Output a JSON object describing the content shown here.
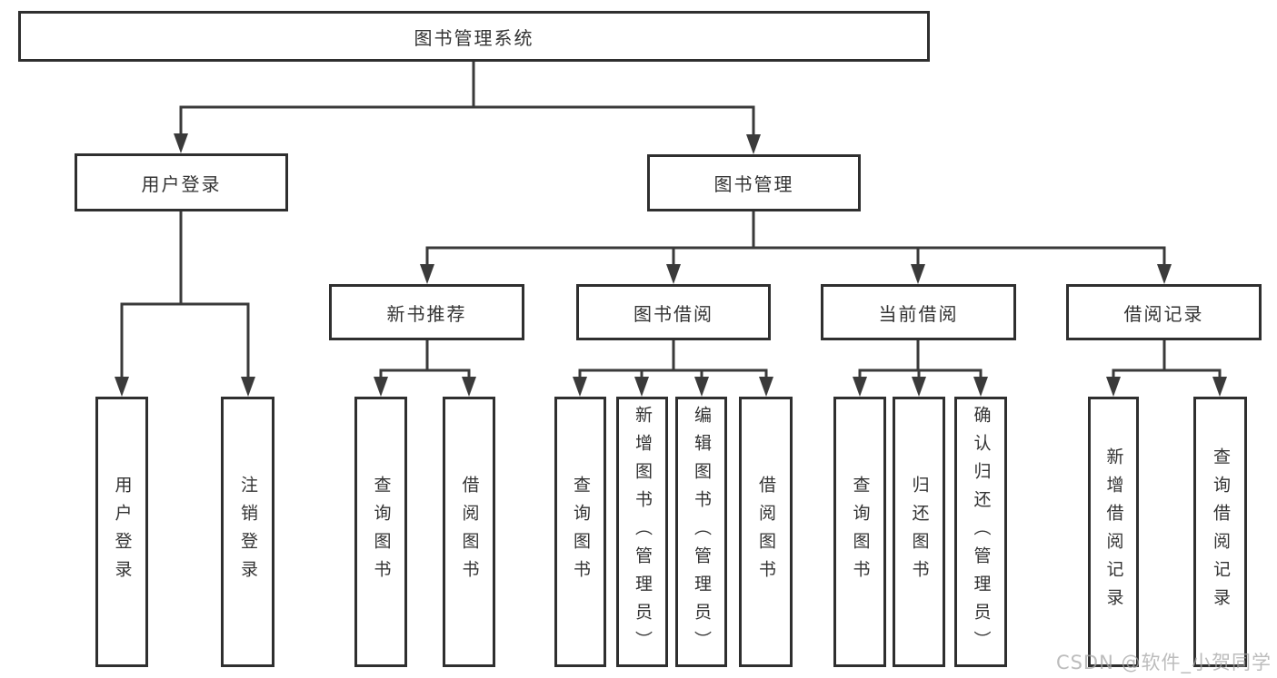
{
  "tree": {
    "root": {
      "label": "图书管理系统"
    },
    "level2": [
      {
        "label": "用户登录"
      },
      {
        "label": "图书管理"
      }
    ],
    "level3": [
      {
        "label": "新书推荐"
      },
      {
        "label": "图书借阅"
      },
      {
        "label": "当前借阅"
      },
      {
        "label": "借阅记录"
      }
    ],
    "leaves": {
      "user_login": [
        {
          "label": "用户登录"
        },
        {
          "label": "注销登录"
        }
      ],
      "new_book_recommend": [
        {
          "label": "查询图书"
        },
        {
          "label": "借阅图书"
        }
      ],
      "book_borrow": [
        {
          "label": "查询图书"
        },
        {
          "label": "新增图书（管理员）"
        },
        {
          "label": "编辑图书（管理员）"
        },
        {
          "label": "借阅图书"
        }
      ],
      "current_borrow": [
        {
          "label": "查询图书"
        },
        {
          "label": "归还图书"
        },
        {
          "label": "确认归还（管理员）"
        }
      ],
      "borrow_records": [
        {
          "label": "新增借阅记录"
        },
        {
          "label": "查询借阅记录"
        }
      ]
    }
  },
  "watermark": {
    "text": "CSDN @软件_小贺同学"
  },
  "colors": {
    "line": "#3a3a3a",
    "box_border": "#2f2f2f",
    "text": "#333333",
    "background": "#ffffff",
    "watermark_text": "#a5a5a5"
  }
}
